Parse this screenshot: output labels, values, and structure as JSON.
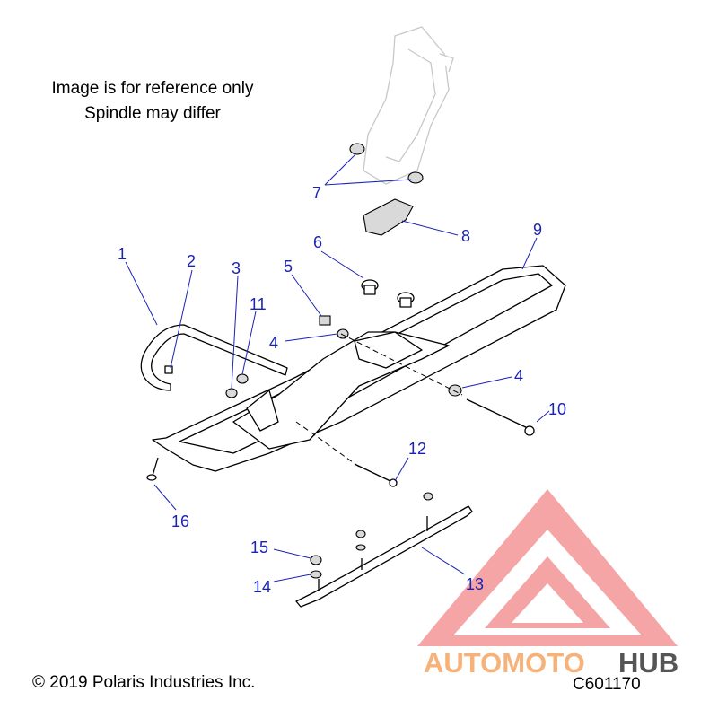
{
  "notes": {
    "line1": "Image is for reference only",
    "line2": "Spindle may differ"
  },
  "callouts": {
    "c1": "1",
    "c2": "2",
    "c3": "3",
    "c4a": "4",
    "c4b": "4",
    "c5": "5",
    "c6": "6",
    "c7": "7",
    "c8": "8",
    "c9": "9",
    "c10": "10",
    "c11": "11",
    "c12": "12",
    "c13": "13",
    "c14": "14",
    "c15": "15",
    "c16": "16"
  },
  "footer": {
    "copyright": "© 2019 Polaris Industries Inc.",
    "code": "C601170"
  },
  "watermark": {
    "part1": "AUTOMOTO",
    "part2": "HUB",
    "color_primary": "#f07a7a",
    "color_secondary": "#f7b27a",
    "color_dark": "#444444"
  },
  "colors": {
    "callout": "#1a23b5",
    "line": "#000000"
  }
}
